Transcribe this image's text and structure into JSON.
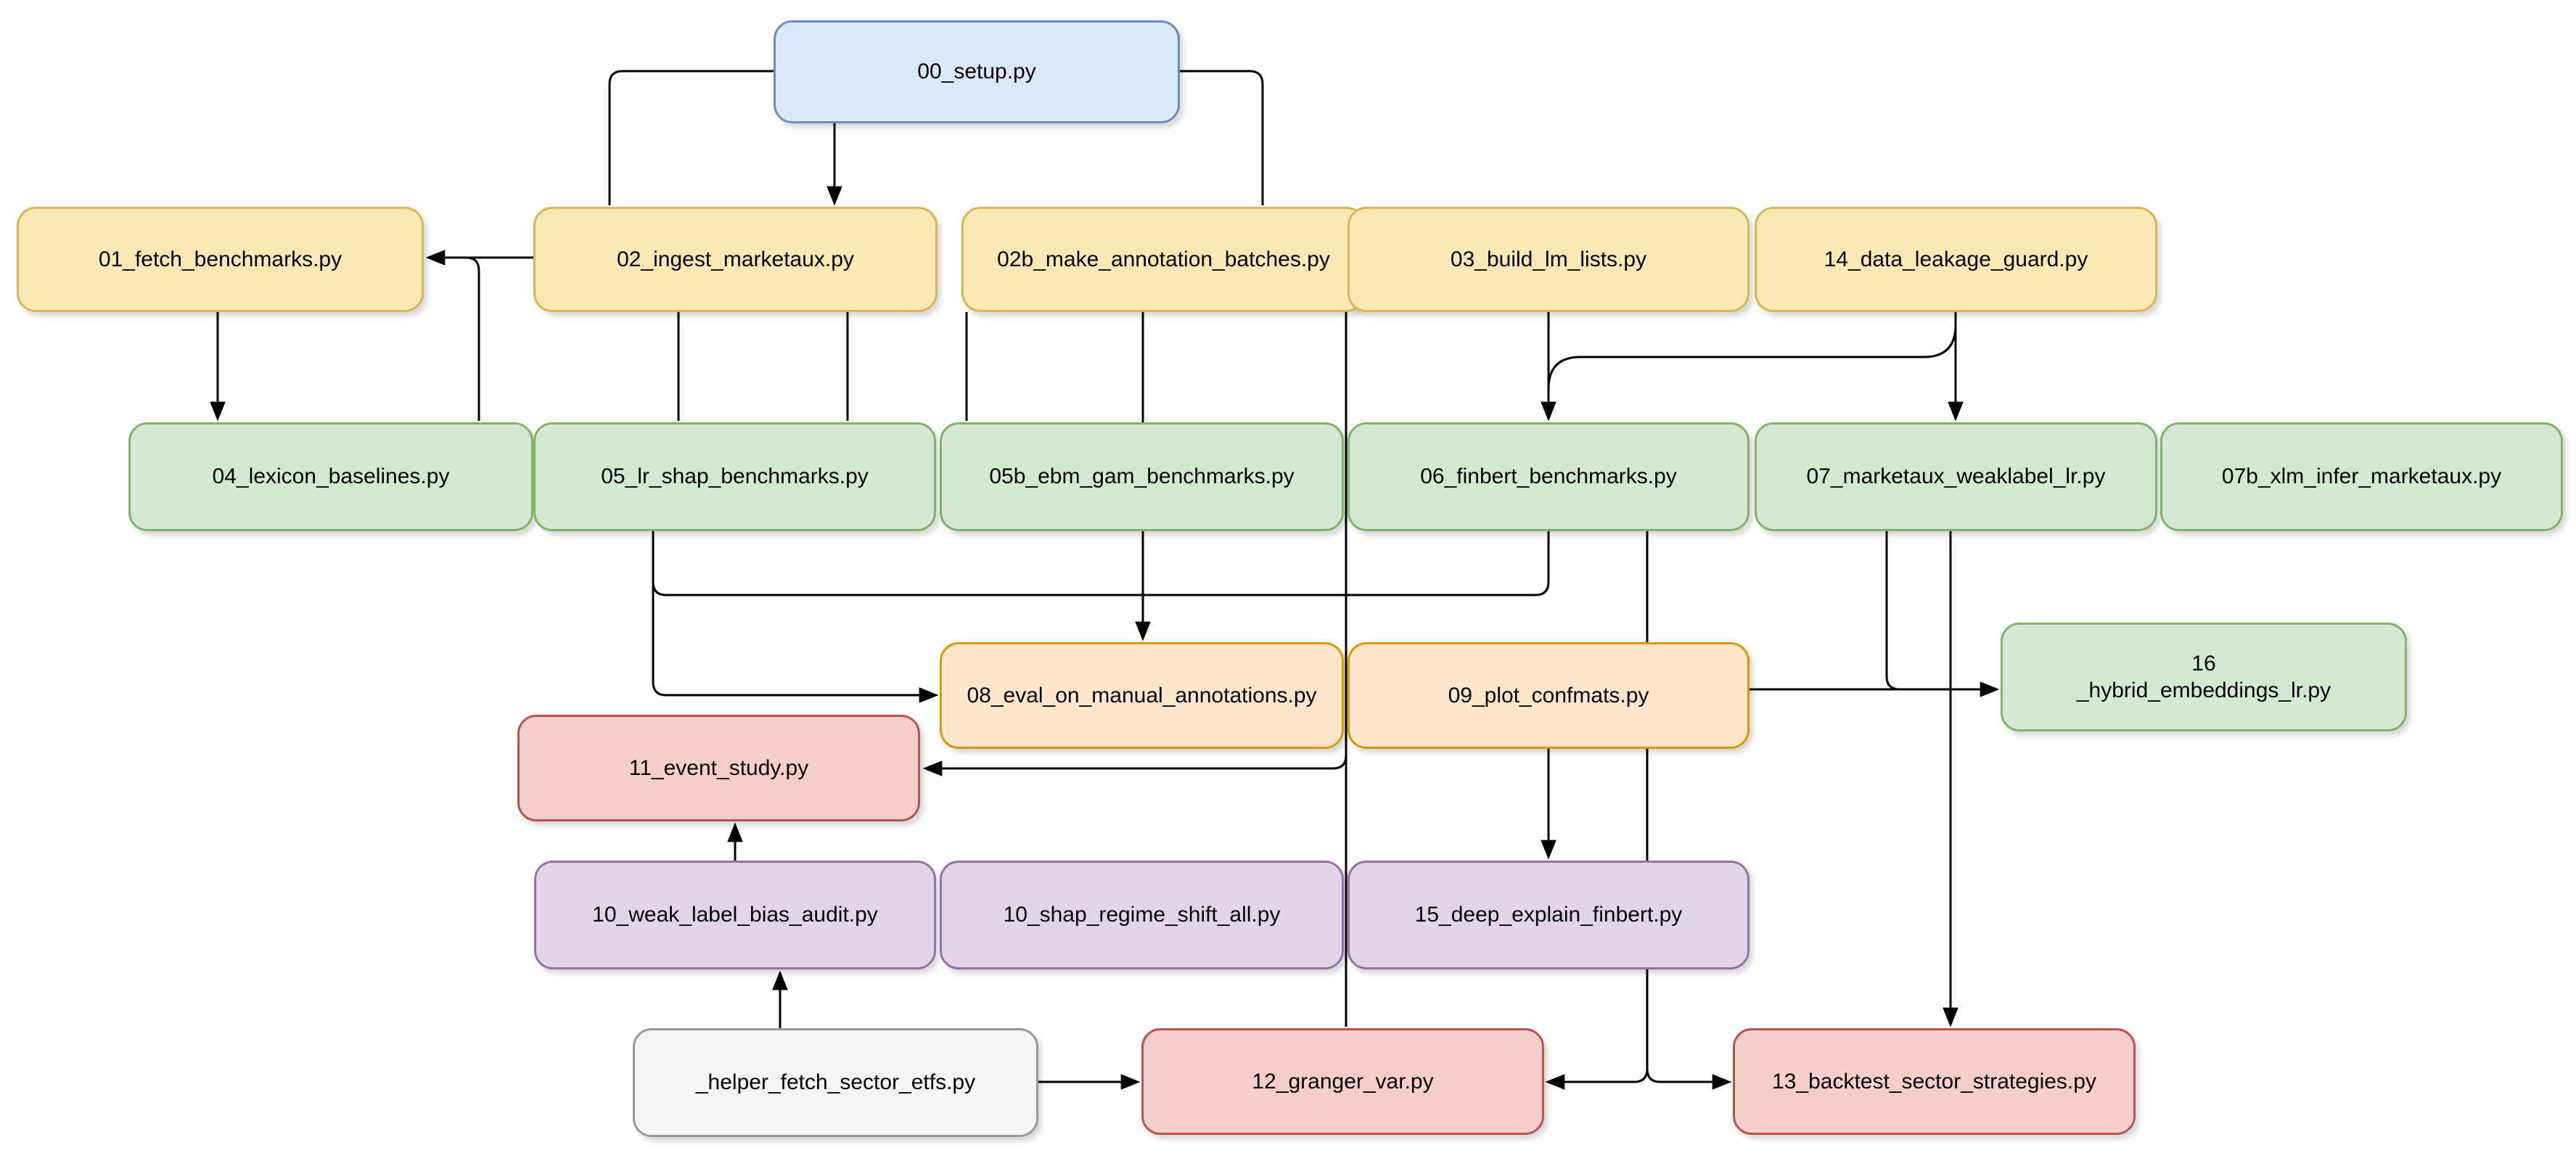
{
  "diagram": {
    "background_color": "#ffffff",
    "edge_color": "#000000",
    "palettes": {
      "blue": {
        "fill": "#dae8fc",
        "stroke": "#6c8ebf"
      },
      "yellow": {
        "fill": "#fce8b2",
        "stroke": "#d6b656"
      },
      "green": {
        "fill": "#d5e8d4",
        "stroke": "#82b366"
      },
      "orange": {
        "fill": "#ffe6cc",
        "stroke": "#d79b00"
      },
      "purple": {
        "fill": "#e1d5e7",
        "stroke": "#9673a6"
      },
      "red": {
        "fill": "#f8cecc",
        "stroke": "#b85450"
      },
      "gray": {
        "fill": "#f5f5f5",
        "stroke": "#999999"
      }
    },
    "nodes": [
      {
        "id": "n00",
        "label": "00_setup.py",
        "palette": "blue"
      },
      {
        "id": "n01",
        "label": "01_fetch_benchmarks.py",
        "palette": "yellow"
      },
      {
        "id": "n02",
        "label": "02_ingest_marketaux.py",
        "palette": "yellow"
      },
      {
        "id": "n02b",
        "label": "02b_make_annotation_batches.py",
        "palette": "yellow"
      },
      {
        "id": "n03",
        "label": "03_build_lm_lists.py",
        "palette": "yellow"
      },
      {
        "id": "n14",
        "label": "14_data_leakage_guard.py",
        "palette": "yellow"
      },
      {
        "id": "n04",
        "label": "04_lexicon_baselines.py",
        "palette": "green"
      },
      {
        "id": "n05",
        "label": "05_lr_shap_benchmarks.py",
        "palette": "green"
      },
      {
        "id": "n05b",
        "label": "05b_ebm_gam_benchmarks.py",
        "palette": "green"
      },
      {
        "id": "n06",
        "label": "06_finbert_benchmarks.py",
        "palette": "green"
      },
      {
        "id": "n07",
        "label": "07_marketaux_weaklabel_lr.py",
        "palette": "green"
      },
      {
        "id": "n07b",
        "label": "07b_xlm_infer_marketaux.py",
        "palette": "green"
      },
      {
        "id": "n08",
        "label": "08_eval_on_manual_annotations.py",
        "palette": "orange"
      },
      {
        "id": "n09",
        "label": "09_plot_confmats.py",
        "palette": "orange"
      },
      {
        "id": "n16",
        "label": "16\n_hybrid_embeddings_lr.py",
        "palette": "green"
      },
      {
        "id": "n11",
        "label": "11_event_study.py",
        "palette": "red"
      },
      {
        "id": "n10w",
        "label": "10_weak_label_bias_audit.py",
        "palette": "purple"
      },
      {
        "id": "n10s",
        "label": "10_shap_regime_shift_all.py",
        "palette": "purple"
      },
      {
        "id": "n15",
        "label": "15_deep_explain_finbert.py",
        "palette": "purple"
      },
      {
        "id": "nhelper",
        "label": "_helper_fetch_sector_etfs.py",
        "palette": "gray"
      },
      {
        "id": "n12",
        "label": "12_granger_var.py",
        "palette": "red"
      },
      {
        "id": "n13",
        "label": "13_backtest_sector_strategies.py",
        "palette": "red"
      }
    ],
    "edges": [
      {
        "id": "e1",
        "from": "n00",
        "to": "n02"
      },
      {
        "id": "e2",
        "from": "n00",
        "to": "n02"
      },
      {
        "id": "e3",
        "from": "n00",
        "to": "n02b"
      },
      {
        "id": "e4",
        "from": "n02",
        "to": "n01"
      },
      {
        "id": "e5",
        "from": "n04",
        "to": "n01"
      },
      {
        "id": "e6",
        "from": "n01",
        "to": "n04"
      },
      {
        "id": "e7",
        "from": "n02",
        "to": "n05"
      },
      {
        "id": "e8",
        "from": "n02",
        "to": "n05"
      },
      {
        "id": "e9",
        "from": "n02b",
        "to": "n05b"
      },
      {
        "id": "e10",
        "from": "n02b",
        "to": "n12"
      },
      {
        "id": "e10b",
        "from": "n02b",
        "to": "n11"
      },
      {
        "id": "e11",
        "from": "n03",
        "to": "n06"
      },
      {
        "id": "e12",
        "from": "n14",
        "to": "n06"
      },
      {
        "id": "e13",
        "from": "n14",
        "to": "n07"
      },
      {
        "id": "e14",
        "from": "n05",
        "to": "n08"
      },
      {
        "id": "e15",
        "from": "n05",
        "to": "n08"
      },
      {
        "id": "e16",
        "from": "n02b",
        "to": "n08"
      },
      {
        "id": "e17",
        "from": "n06",
        "to": "n08"
      },
      {
        "id": "e18",
        "from": "n06",
        "to": "n12"
      },
      {
        "id": "e18b",
        "from": "n06",
        "to": "n13"
      },
      {
        "id": "e19",
        "from": "n09",
        "to": "n15"
      },
      {
        "id": "e20",
        "from": "n09",
        "to": "n16"
      },
      {
        "id": "e21",
        "from": "n07",
        "to": "n16"
      },
      {
        "id": "e22",
        "from": "n07",
        "to": "n13"
      },
      {
        "id": "e23",
        "from": "n10w",
        "to": "n11"
      },
      {
        "id": "e24",
        "from": "nhelper",
        "to": "n10w"
      },
      {
        "id": "e25",
        "from": "nhelper",
        "to": "n12"
      }
    ]
  }
}
